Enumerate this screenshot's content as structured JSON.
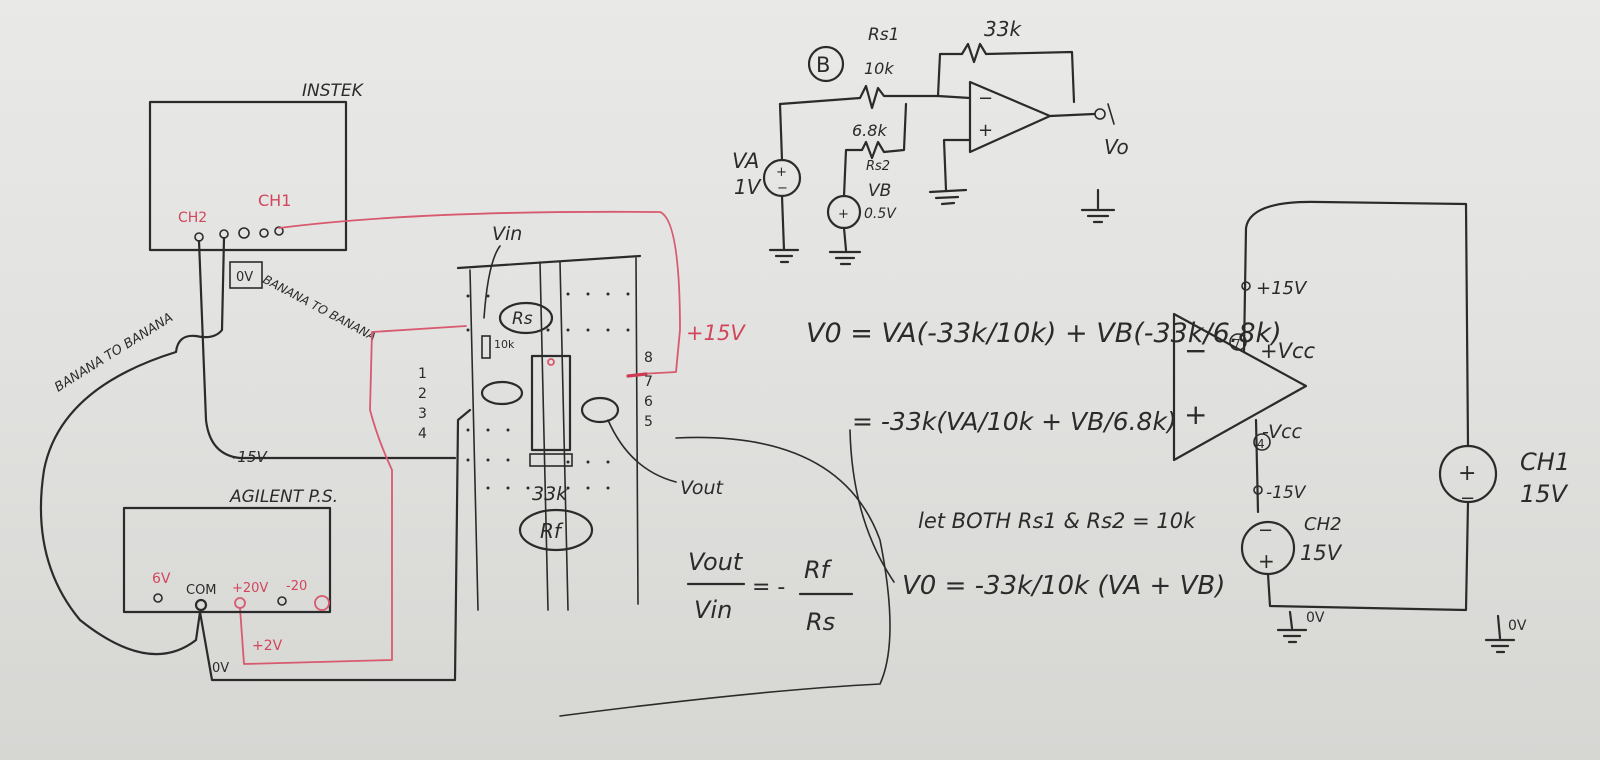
{
  "colors": {
    "board": "#e4e4e2",
    "ink": "#2b2b2b",
    "red_ink": "#d2465c"
  },
  "left_sketch": {
    "instrument": "INSTEK",
    "ch2": "CH2",
    "ch1": "CH1",
    "zero_v": "0V",
    "banana_right": "BANANA TO BANANA",
    "banana_left": "BANANA TO BANANA",
    "minus15": "-15V",
    "agilent": "AGILENT P.S.",
    "ps_6v": "6V",
    "ps_com": "COM",
    "ps_p20": "+20V",
    "ps_m20": "-20",
    "ps_p2v": "+2V",
    "ps_0v": "0V"
  },
  "breadboard": {
    "vin": "Vin",
    "rs": "Rs",
    "r10k": "10k",
    "pin1": "1",
    "pin2": "2",
    "pin3": "3",
    "pin4": "4",
    "pin8": "8",
    "pin7": "7",
    "pin6": "6",
    "pin5": "5",
    "plus15": "+15V",
    "r33k": "33k",
    "rf": "Rf",
    "vout": "Vout"
  },
  "gain_formula": {
    "num": "Vout",
    "den": "Vin",
    "eq": "= -",
    "rf": "Rf",
    "rs": "Rs"
  },
  "circuit_b": {
    "label": "B",
    "rs1": "Rs1",
    "rs1_val": "10k",
    "rf_val": "33k",
    "rs2_val": "6.8k",
    "rs2": "Rs2",
    "va": "VA",
    "va_val": "1V",
    "vb": "VB",
    "vb_val": "0.5V",
    "vo": "Vo"
  },
  "equations": {
    "line1": "V0 = VA(-33k/10k) + VB(-33k/6.8k)",
    "line2": "= -33k(VA/10k + VB/6.8k)",
    "line3": "let BOTH Rs1 & Rs2 = 10k",
    "line4": "V0 = -33k/10k (VA + VB)"
  },
  "opamp_right": {
    "minus": "−",
    "plus": "+",
    "plus15": "+15V",
    "pin7": "7",
    "vcc_pos": "+Vcc",
    "vcc_neg": "-Vcc",
    "pin4": "4",
    "minus15": "-15V",
    "ch2": "CH2",
    "ch2_val": "15V",
    "ch1": "CH1",
    "ch1_val": "15V",
    "zero_a": "0V",
    "zero_b": "0V"
  }
}
